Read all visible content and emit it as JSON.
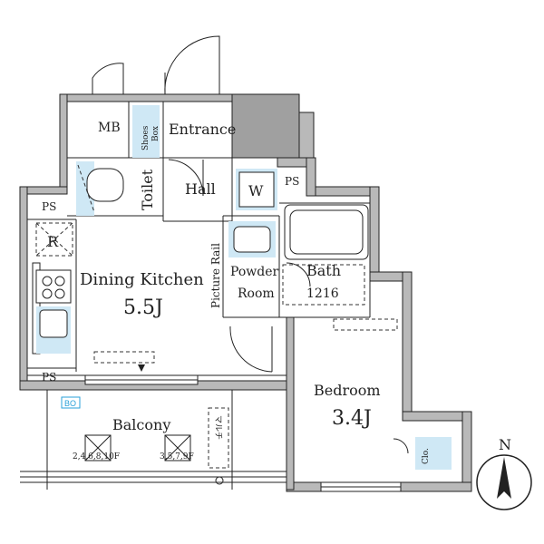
{
  "rooms": {
    "mb": "MB",
    "shoes_box_1": "Shoes",
    "shoes_box_2": "Box",
    "entrance": "Entrance",
    "toilet": "Toilet",
    "hall": "Hall",
    "w": "W",
    "ps_top_right": "PS",
    "ps_left_top": "PS",
    "ps_left_bottom": "PS",
    "r": "R",
    "dining_kitchen": "Dining Kitchen",
    "dining_kitchen_size": "5.5J",
    "picture_rail": "Picture Rail",
    "powder_room_1": "Powder",
    "powder_room_2": "Room",
    "bath": "Bath",
    "bath_size": "1216",
    "bedroom": "Bedroom",
    "bedroom_size": "3.4J",
    "balcony": "Balcony",
    "balcony_floors_1": "2,4,6,8,10F",
    "balcony_floors_2": "3,5,7,9F",
    "multi": "マルチ",
    "clo": "Clo.",
    "bo": "BO",
    "north": "N"
  },
  "colors": {
    "wall": "#b9b9b9",
    "fixture_blue": "#cfe8f5",
    "bo_blue": "#2aa0d8"
  }
}
